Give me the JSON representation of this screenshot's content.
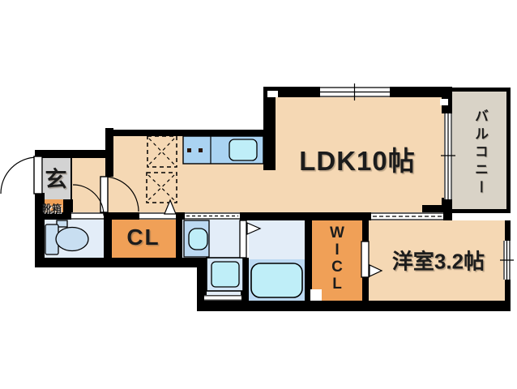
{
  "floorplan": {
    "rooms": {
      "ldk": {
        "label": "LDK10帖"
      },
      "balcony": {
        "label": "バルコニー"
      },
      "western_room": {
        "label": "洋室3.2帖"
      },
      "entrance": {
        "label": "玄"
      },
      "shoe_box": {
        "label": "靴箱"
      },
      "closet": {
        "label": "CL"
      },
      "walk_in_closet": {
        "letters": [
          "W",
          "I",
          "C",
          "L"
        ]
      }
    },
    "palette": {
      "wall": "#000000",
      "room_floor_peach": "#f5d8b4",
      "closet_orange": "#f0a057",
      "entrance_gray": "#d3d3d3",
      "balcony_gray": "#d9d3c7",
      "wet_area_floor": "#e3edf8",
      "fixture_blue": "#bcd9f2",
      "fixture_cyan": "#bfeef8",
      "counter_blue": "#aad3f2",
      "background": "#ffffff"
    },
    "icons": [
      "entrance-door-swing",
      "hall-door-swing",
      "toilet-door-swing",
      "toilet-icon",
      "washbasin-icon",
      "washing-machine-icon",
      "bathtub-icon",
      "kitchen-sink-icon",
      "stove-burners-icon",
      "refrigerator-space-icon",
      "appliance-space-icon",
      "folding-door-triangle-icon",
      "window-icon",
      "sliding-door-icon"
    ]
  }
}
